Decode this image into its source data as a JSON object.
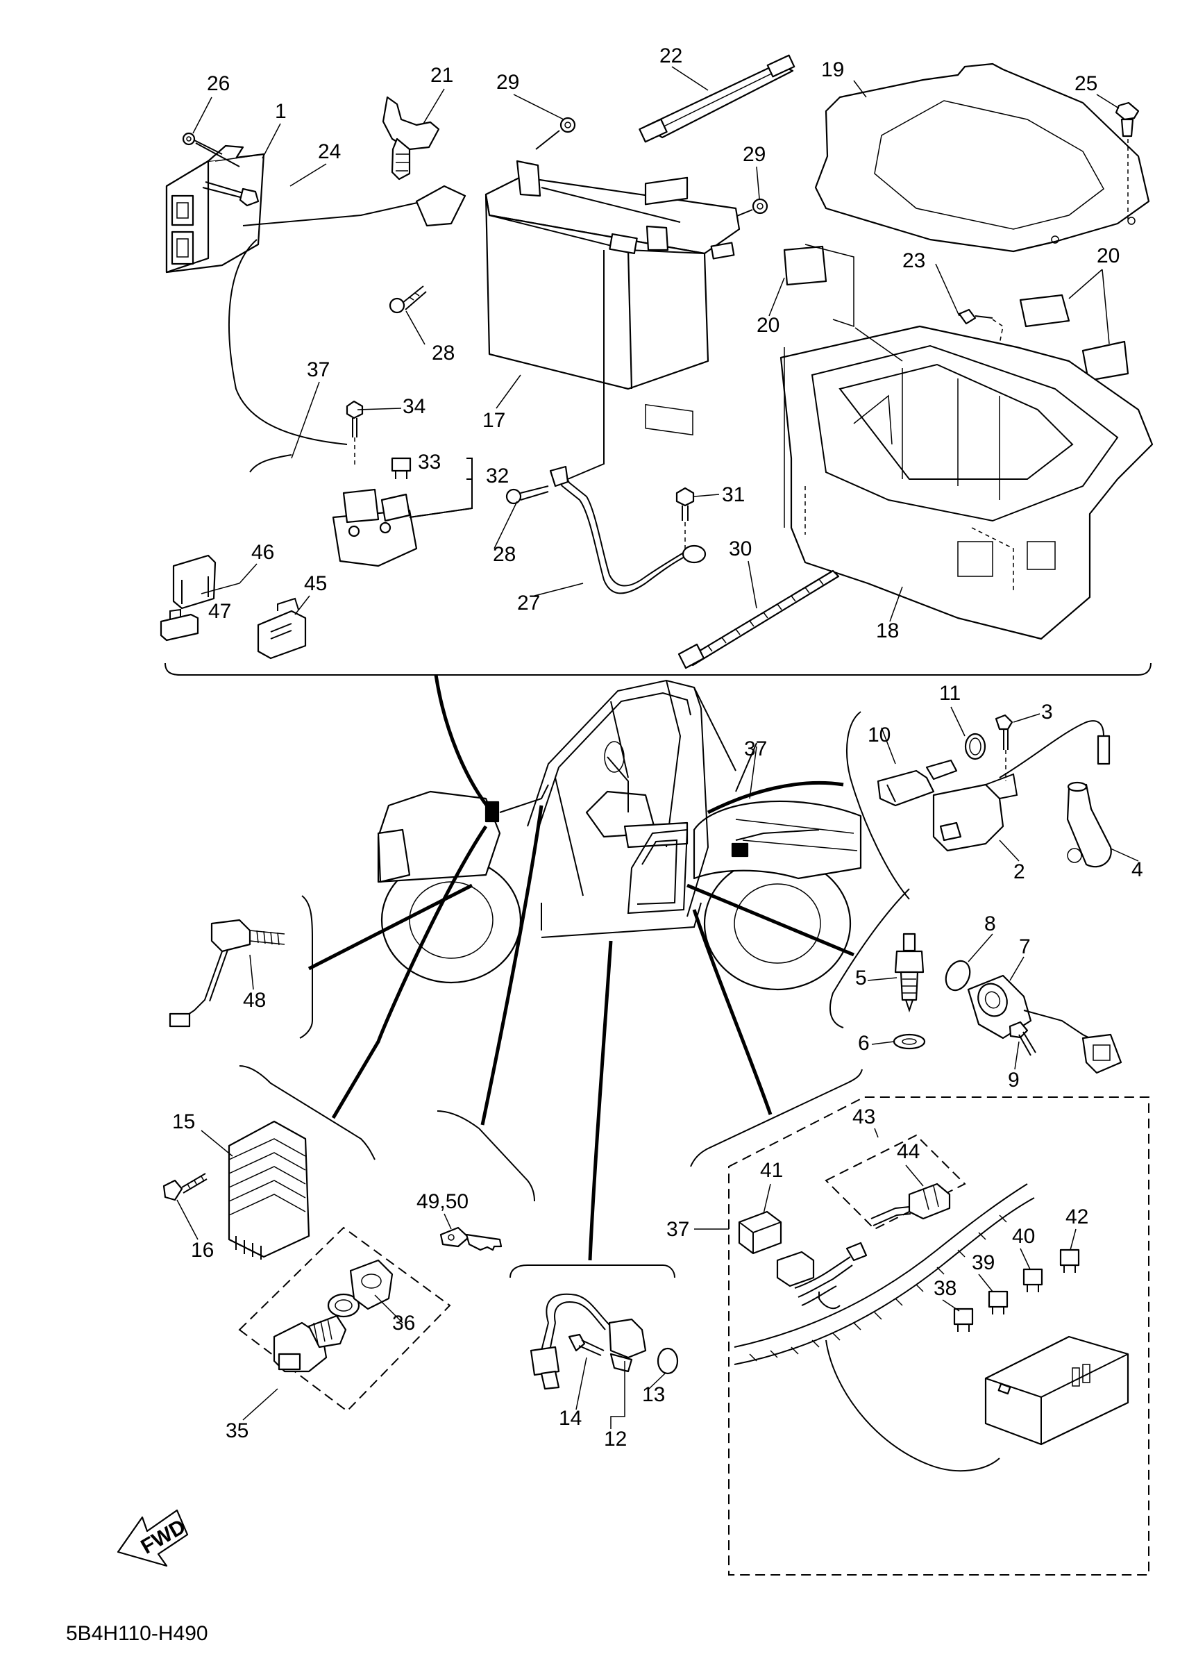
{
  "diagram_code": "5B4H110-H490",
  "fwd_label": "FWD",
  "callouts": [
    {
      "id": "c1",
      "text": "1"
    },
    {
      "id": "c2",
      "text": "2"
    },
    {
      "id": "c3",
      "text": "3"
    },
    {
      "id": "c4",
      "text": "4"
    },
    {
      "id": "c5",
      "text": "5"
    },
    {
      "id": "c6",
      "text": "6"
    },
    {
      "id": "c7",
      "text": "7"
    },
    {
      "id": "c8",
      "text": "8"
    },
    {
      "id": "c9",
      "text": "9"
    },
    {
      "id": "c10",
      "text": "10"
    },
    {
      "id": "c11",
      "text": "11"
    },
    {
      "id": "c12",
      "text": "12"
    },
    {
      "id": "c13",
      "text": "13"
    },
    {
      "id": "c14",
      "text": "14"
    },
    {
      "id": "c15",
      "text": "15"
    },
    {
      "id": "c16",
      "text": "16"
    },
    {
      "id": "c17",
      "text": "17"
    },
    {
      "id": "c18",
      "text": "18"
    },
    {
      "id": "c19",
      "text": "19"
    },
    {
      "id": "c20a",
      "text": "20"
    },
    {
      "id": "c20b",
      "text": "20"
    },
    {
      "id": "c21",
      "text": "21"
    },
    {
      "id": "c22",
      "text": "22"
    },
    {
      "id": "c23",
      "text": "23"
    },
    {
      "id": "c24",
      "text": "24"
    },
    {
      "id": "c25",
      "text": "25"
    },
    {
      "id": "c26",
      "text": "26"
    },
    {
      "id": "c27",
      "text": "27"
    },
    {
      "id": "c28a",
      "text": "28"
    },
    {
      "id": "c28b",
      "text": "28"
    },
    {
      "id": "c29a",
      "text": "29"
    },
    {
      "id": "c29b",
      "text": "29"
    },
    {
      "id": "c30",
      "text": "30"
    },
    {
      "id": "c31",
      "text": "31"
    },
    {
      "id": "c32",
      "text": "32"
    },
    {
      "id": "c33",
      "text": "33"
    },
    {
      "id": "c34",
      "text": "34"
    },
    {
      "id": "c35",
      "text": "35"
    },
    {
      "id": "c36",
      "text": "36"
    },
    {
      "id": "c37a",
      "text": "37"
    },
    {
      "id": "c37b",
      "text": "37"
    },
    {
      "id": "c37c",
      "text": "37"
    },
    {
      "id": "c38",
      "text": "38"
    },
    {
      "id": "c39",
      "text": "39"
    },
    {
      "id": "c40",
      "text": "40"
    },
    {
      "id": "c41",
      "text": "41"
    },
    {
      "id": "c42",
      "text": "42"
    },
    {
      "id": "c43",
      "text": "43"
    },
    {
      "id": "c44",
      "text": "44"
    },
    {
      "id": "c45",
      "text": "45"
    },
    {
      "id": "c46",
      "text": "46"
    },
    {
      "id": "c47",
      "text": "47"
    },
    {
      "id": "c48",
      "text": "48"
    },
    {
      "id": "c4950",
      "text": "49,50"
    }
  ]
}
